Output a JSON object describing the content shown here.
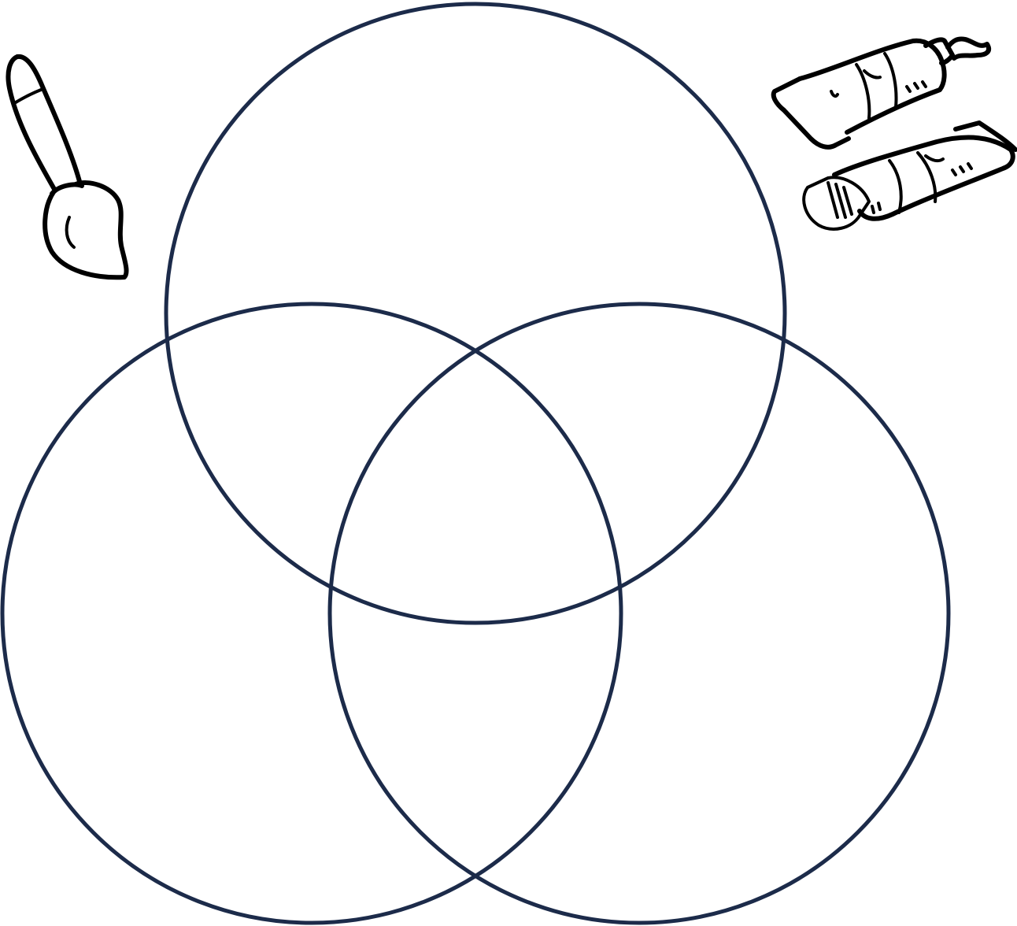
{
  "diagram": {
    "type": "venn",
    "circle_count": 3,
    "circles": [
      {
        "id": "top",
        "label": ""
      },
      {
        "id": "bottom-left",
        "label": ""
      },
      {
        "id": "bottom-right",
        "label": ""
      }
    ],
    "stroke_color": "#1c2b4a",
    "background_color": "#ffffff"
  },
  "decorations": [
    {
      "icon": "paintbrush-icon",
      "placement": "top-left"
    },
    {
      "icon": "paint-tubes-icon",
      "placement": "top-right"
    }
  ]
}
